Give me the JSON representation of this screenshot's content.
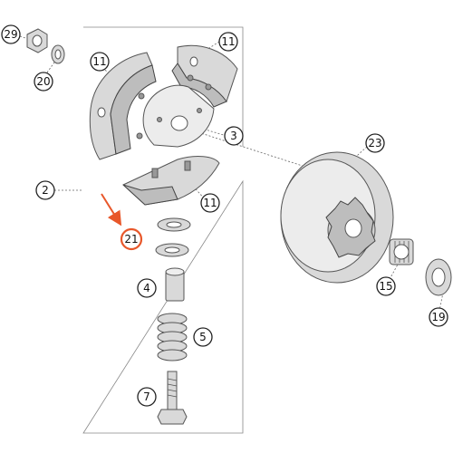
{
  "callouts": {
    "c29": "29",
    "c20": "20",
    "c11a": "11",
    "c11b": "11",
    "c11c": "11",
    "c3": "3",
    "c2": "2",
    "c21": "21",
    "c4": "4",
    "c5": "5",
    "c7": "7",
    "c23": "23",
    "c15": "15",
    "c19": "19"
  },
  "highlight": {
    "part": "21",
    "arrow_color": "#e8572a"
  }
}
